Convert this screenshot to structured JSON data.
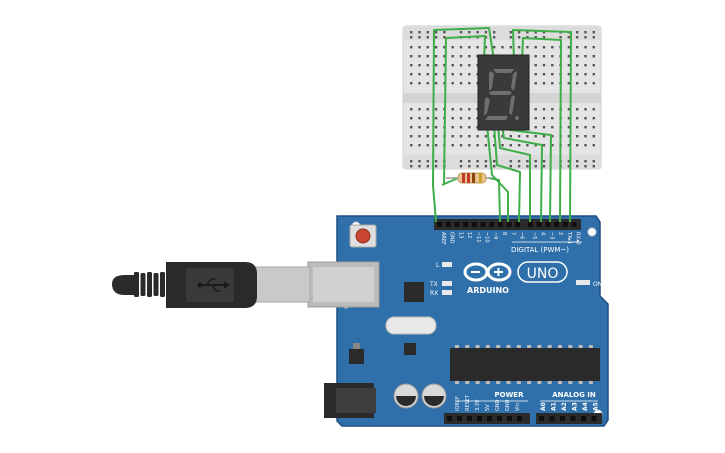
{
  "board": {
    "brand": "ARDUINO",
    "model": "UNO",
    "digital_header": "DIGITAL (PWM~)",
    "power_label": "POWER",
    "analog_label": "ANALOG IN",
    "on_label": "ON",
    "led_l": "L",
    "led_tx": "TX",
    "led_rx": "RX",
    "digital_pins": [
      "AREF",
      "GND",
      "13",
      "12",
      "~11",
      "~10",
      "~9",
      "8",
      "7",
      "~6",
      "~5",
      "4",
      "~3",
      "2",
      "TX▸1",
      "RX◂0"
    ],
    "power_pins": [
      "IOREF",
      "RESET",
      "3.3V",
      "5V",
      "GND",
      "GND",
      "Vin"
    ],
    "analog_pins": [
      "A0",
      "A1",
      "A2",
      "A3",
      "A4",
      "A5"
    ]
  },
  "display": {
    "digit": "8"
  },
  "colors": {
    "board": "#2f6faa",
    "board_edge": "#1f4f80",
    "wire": "#3fae49",
    "header": "#2b2b2b",
    "breadboard": "#e6e6e6",
    "segment_off": "#6f6f6f",
    "reset": "#c8452f"
  }
}
